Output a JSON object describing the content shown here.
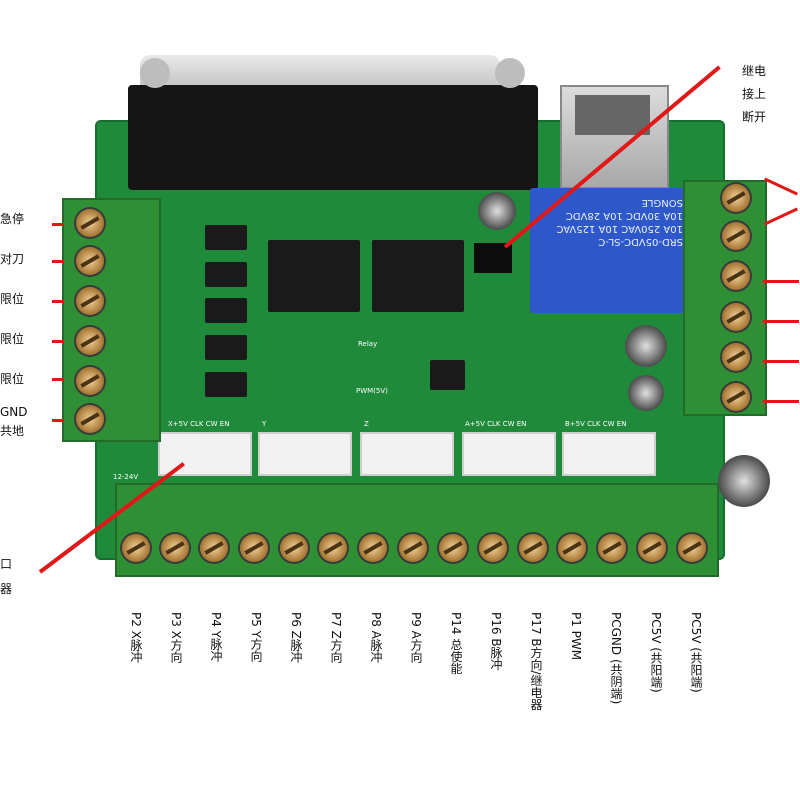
{
  "top_labels": {
    "relay_note": [
      "继电",
      "接上",
      "断开"
    ]
  },
  "left_labels": [
    "急停",
    "对刀",
    "限位",
    "限位",
    "限位",
    "GND",
    "共地"
  ],
  "left_bottom_note": [
    "口",
    "器"
  ],
  "board_silk": {
    "relay": "Relay",
    "pwm": "PWM(5V)",
    "power": "12-24V",
    "header_x": "X+5V CLK CW EN",
    "header_y": "Y",
    "header_z": "Z",
    "header_a": "A+5V CLK CW EN",
    "header_b": "B+5V CLK CW EN",
    "relay_model": "SRD-05VDC-SL-C",
    "relay_rating1": "10A 250VAC 10A 125VAC",
    "relay_rating2": "10A 30VDC 10A 28VDC",
    "relay_brand": "SONGLE"
  },
  "bottom_labels": [
    "P2 X脉冲",
    "P3 X方向",
    "P4 Y脉冲",
    "P5 Y方向",
    "P6 Z脉冲",
    "P7 Z方向",
    "P8 A脉冲",
    "P9 A方向",
    "P14 总使能",
    "P16 B脉冲",
    "P17 B方向/继电器",
    "P1 PWM",
    "PCGND (共阴端)",
    "PC5V (共阳端)",
    "PC5V (共阳端)"
  ],
  "colors": {
    "board": "#1f8a3a",
    "terminal": "#2f8f35",
    "relay": "#2e57c9",
    "arrow": "#e01818"
  }
}
